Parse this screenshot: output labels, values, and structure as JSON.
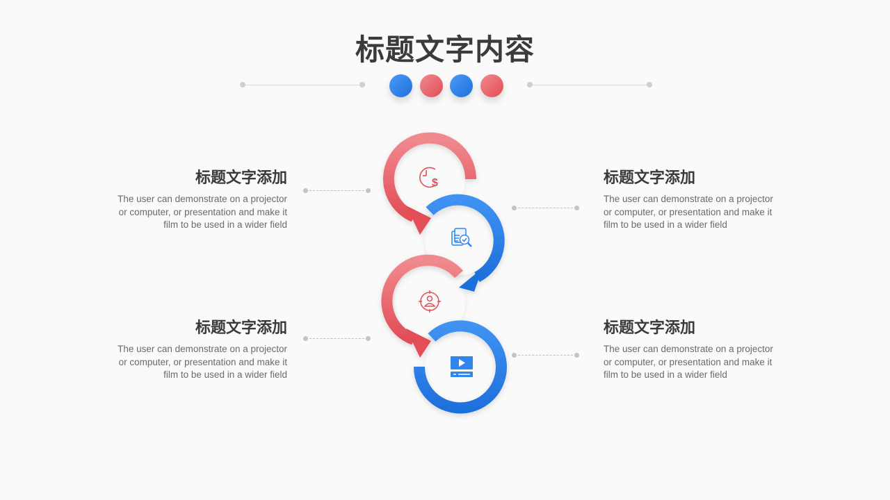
{
  "header": {
    "title": "标题文字内容",
    "decor_balls": [
      {
        "color": "blue"
      },
      {
        "color": "red"
      },
      {
        "color": "blue"
      },
      {
        "color": "red"
      }
    ]
  },
  "colors": {
    "red": "#e8545c",
    "red_light": "#f08a8f",
    "blue": "#2f86ee",
    "blue_dark": "#1f6fdc",
    "title": "#3b3b3b",
    "body_text": "#6a6a6a",
    "background": "#fafafa"
  },
  "steps": [
    {
      "id": 1,
      "icon": "clock-dollar-icon",
      "color": "red",
      "side": "left",
      "heading": "标题文字添加",
      "body_lines": [
        "The user can demonstrate on a projector",
        "or computer, or presentation and make it",
        "film to be used in a wider field"
      ]
    },
    {
      "id": 2,
      "icon": "document-search-check-icon",
      "color": "blue",
      "side": "right",
      "heading": "标题文字添加",
      "body_lines": [
        "The user can demonstrate on a projector",
        "or computer, or presentation and make it",
        "film to be used in a wider field"
      ]
    },
    {
      "id": 3,
      "icon": "user-target-icon",
      "color": "red",
      "side": "left",
      "heading": "标题文字添加",
      "body_lines": [
        "The user can demonstrate on a projector",
        "or computer, or presentation and make it",
        "film to be used in a wider field"
      ]
    },
    {
      "id": 4,
      "icon": "video-player-icon",
      "color": "blue",
      "side": "right",
      "heading": "标题文字添加",
      "body_lines": [
        "The user can demonstrate on a projector",
        "or computer, or presentation and make it",
        "film to be used in a wider field"
      ]
    }
  ]
}
